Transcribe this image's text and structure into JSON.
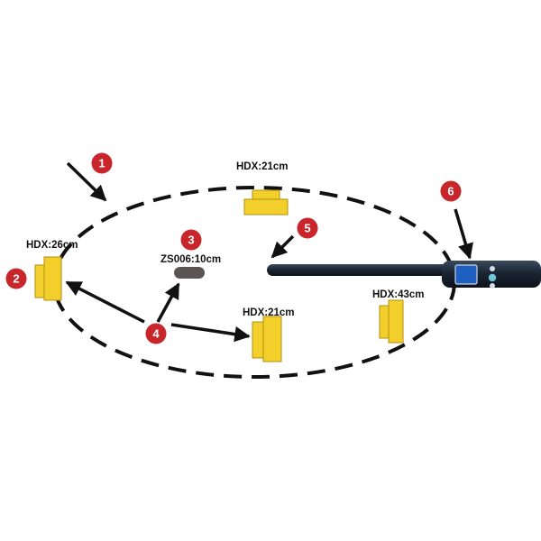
{
  "colors": {
    "tag_fill": "#F2CF2A",
    "tag_stroke": "#B38F10",
    "badge_red": "#C8262B",
    "arrow": "#111111",
    "ellipse": "#111111",
    "pole": "#1B2533",
    "screen": "#1F5FBF",
    "tag_zs": "#5A5454"
  },
  "labels": {
    "top_tag": "HDX:21cm",
    "left_tag": "HDX:26cm",
    "center_tag": "ZS006:10cm",
    "bottom_tag": "HDX:21cm",
    "right_tag": "HDX:43cm"
  },
  "badges": [
    "1",
    "2",
    "3",
    "4",
    "5",
    "6"
  ],
  "icons": {
    "reader": "rfid-reader-wand-icon",
    "hdx_tag": "hdx-tag-icon",
    "zs_tag": "zs006-tag-icon"
  }
}
